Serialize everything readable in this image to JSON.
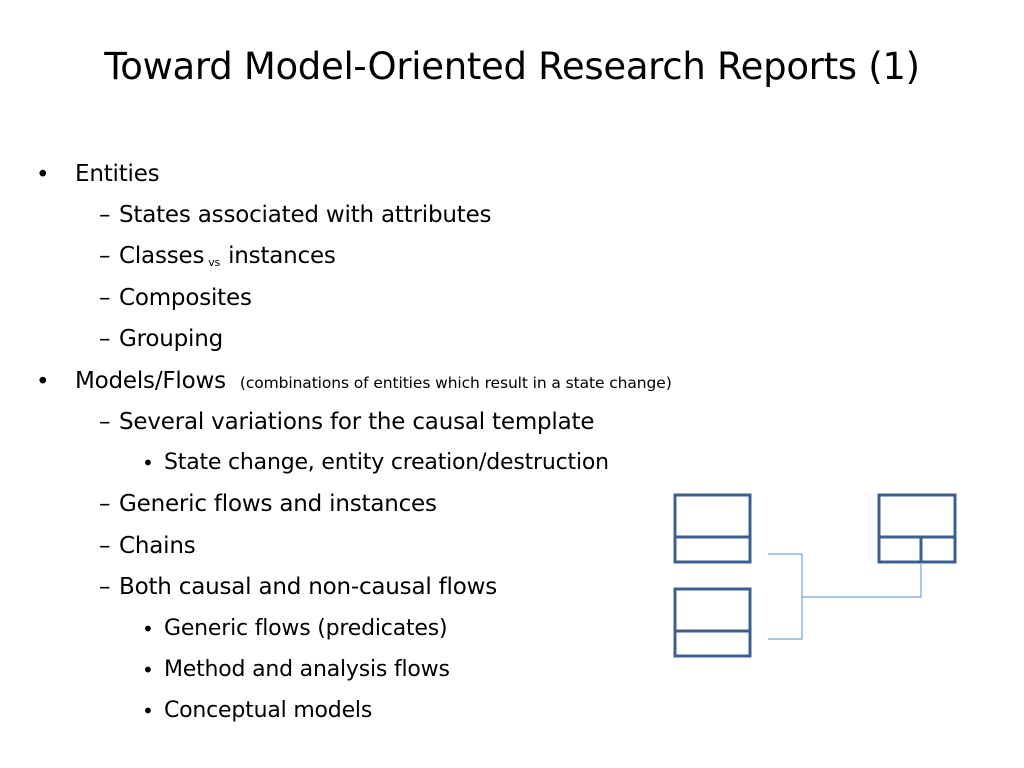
{
  "slide": {
    "title": "Toward Model-Oriented Research Reports (1)"
  },
  "bullets": {
    "b1_marker": "•",
    "b1": "Entities",
    "b1_1_marker": "–",
    "b1_1": "States associated with attributes",
    "b1_2_marker": "–",
    "b1_2_a": "Classes",
    "b1_2_vs": "vs",
    "b1_2_b": "instances",
    "b1_3_marker": "–",
    "b1_3": "Composites",
    "b1_4_marker": "–",
    "b1_4": "Grouping",
    "b2_marker": "•",
    "b2": "Models/Flows",
    "b2_note": "(combinations of entities which result in a state change)",
    "b2_1_marker": "–",
    "b2_1": "Several variations for the causal template",
    "b2_1_1_marker": "•",
    "b2_1_1": "State change, entity creation/destruction",
    "b2_2_marker": "–",
    "b2_2": "Generic flows and instances",
    "b2_3_marker": "–",
    "b2_3": "Chains",
    "b2_4_marker": "–",
    "b2_4": "Both causal and non-causal flows",
    "b2_4_1_marker": "•",
    "b2_4_1": "Generic flows (predicates)",
    "b2_4_2_marker": "•",
    "b2_4_2": "Method and analysis flows",
    "b2_4_3_marker": "•",
    "b2_4_3": "Conceptual models"
  },
  "diagram": {
    "box_color": "#3d5f8f",
    "connector_color": "#5b8fc9"
  }
}
